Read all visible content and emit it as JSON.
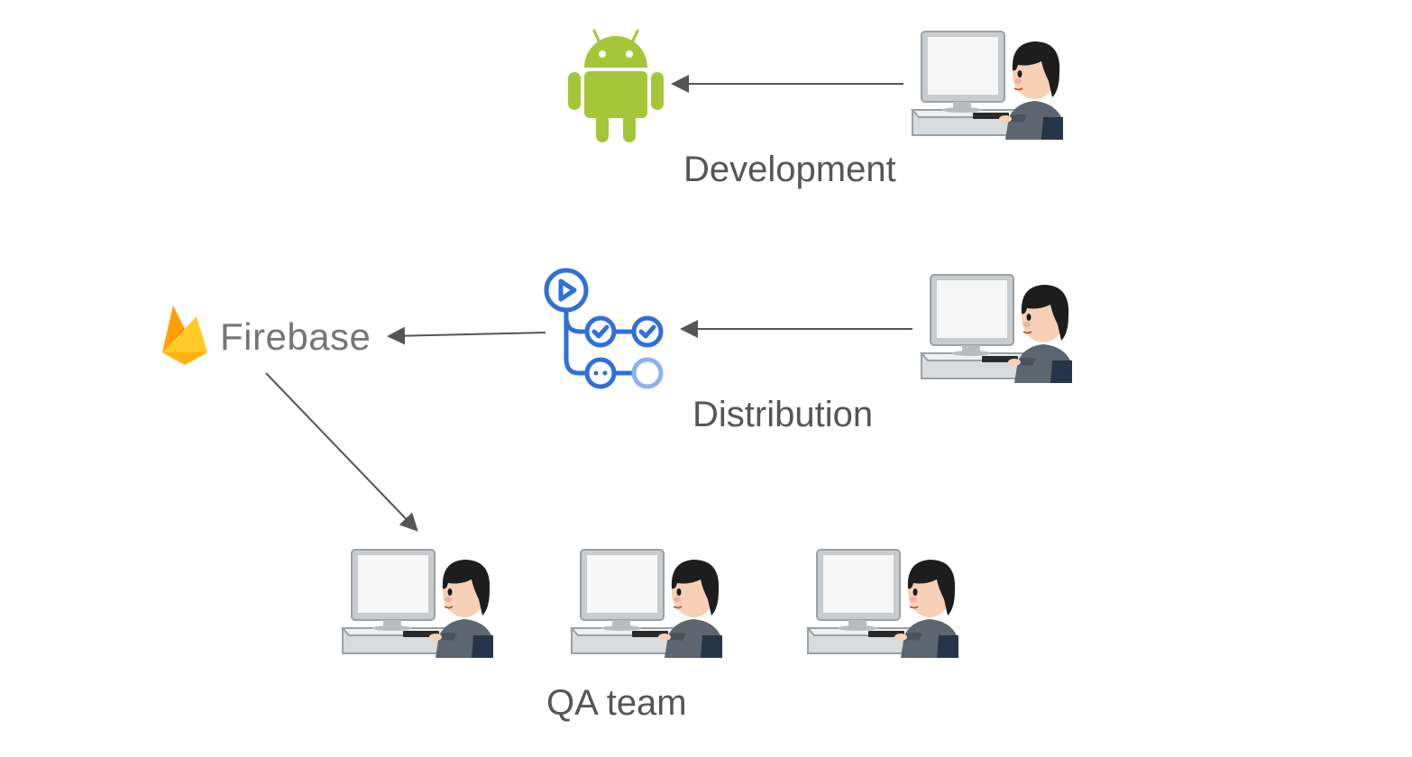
{
  "labels": {
    "development": "Development",
    "distribution": "Distribution",
    "qa_team": "QA team"
  },
  "logos": {
    "firebase_word": "Firebase"
  },
  "icons": {
    "android": "android-icon",
    "firebase": "firebase-flame-icon",
    "actions": "github-actions-workflow-icon",
    "worker": "developer-at-computer-icon"
  },
  "colors": {
    "android_green": "#a4c639",
    "actions_blue": "#2f6fd8",
    "arrow": "#555555",
    "label_text": "#555555",
    "firebase_text": "#757575"
  }
}
